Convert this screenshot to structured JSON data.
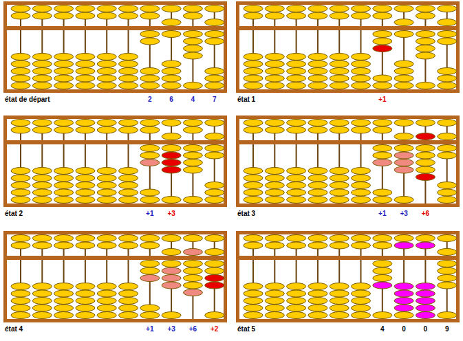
{
  "diagram": {
    "labels": [
      "état de départ",
      "2",
      "6",
      "4",
      "7",
      "état 1",
      "+1",
      "état 2",
      "+1",
      "+3",
      "état 3",
      "+1",
      "+3",
      "+6",
      "état 4",
      "+1",
      "+3",
      "+6",
      "+2",
      "état 5",
      "4",
      "0",
      "0",
      "9"
    ]
  }
}
